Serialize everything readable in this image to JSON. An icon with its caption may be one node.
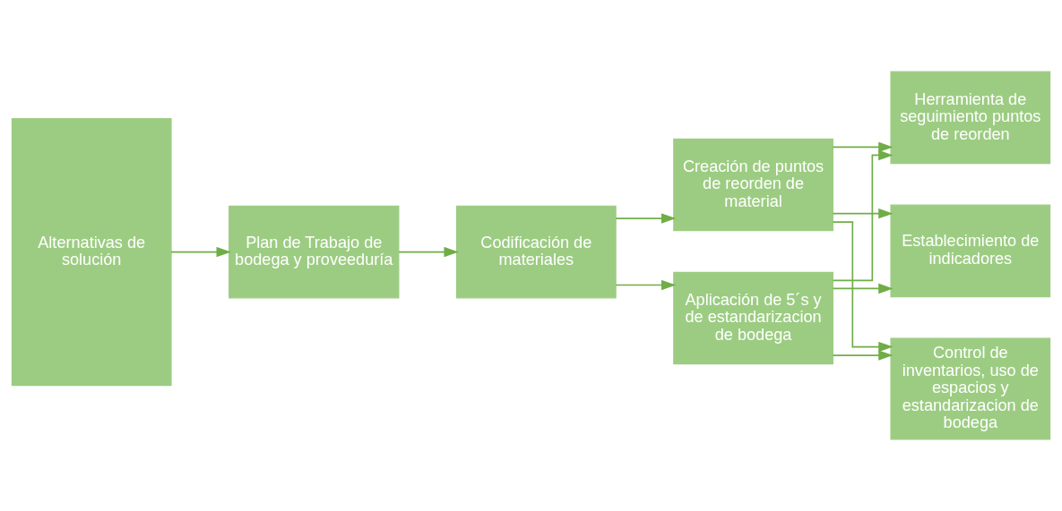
{
  "diagram": {
    "nodes": [
      {
        "text": [
          "Alternativas de solución"
        ]
      },
      {
        "text": [
          "Plan de Trabajo de bodega y proveeduría"
        ]
      },
      {
        "text": [
          "Codificación de materiales"
        ]
      },
      {
        "text": [
          "Creación de puntos de reorden de material"
        ]
      },
      {
        "text": [
          "Aplicación de 5´s y de estandarizacion de bodega"
        ]
      },
      {
        "text": [
          "Herramienta de seguimiento puntos de reorden"
        ]
      },
      {
        "text": [
          "Establecimiento de indicadores"
        ]
      },
      {
        "text": [
          "Control de inventarios, uso de espacios y estandarizacion de bodega"
        ]
      }
    ],
    "edges": [
      {
        "from": 0,
        "to": 1,
        "arrow": "to"
      },
      {
        "from": 1,
        "to": 2,
        "arrow": "to"
      },
      {
        "from": 2,
        "to": 3,
        "arrow": "to"
      },
      {
        "from": 2,
        "to": 4,
        "arrow": "to"
      },
      {
        "from": 3,
        "to": 5,
        "arrow": "to"
      },
      {
        "from": 3,
        "to": 6,
        "arrow": "to"
      },
      {
        "from": 3,
        "to": 7,
        "arrow": "to"
      },
      {
        "from": 4,
        "to": 5,
        "arrow": "to"
      },
      {
        "from": 4,
        "to": 6,
        "arrow": "to"
      },
      {
        "from": 4,
        "to": 7,
        "arrow": "to"
      }
    ]
  }
}
